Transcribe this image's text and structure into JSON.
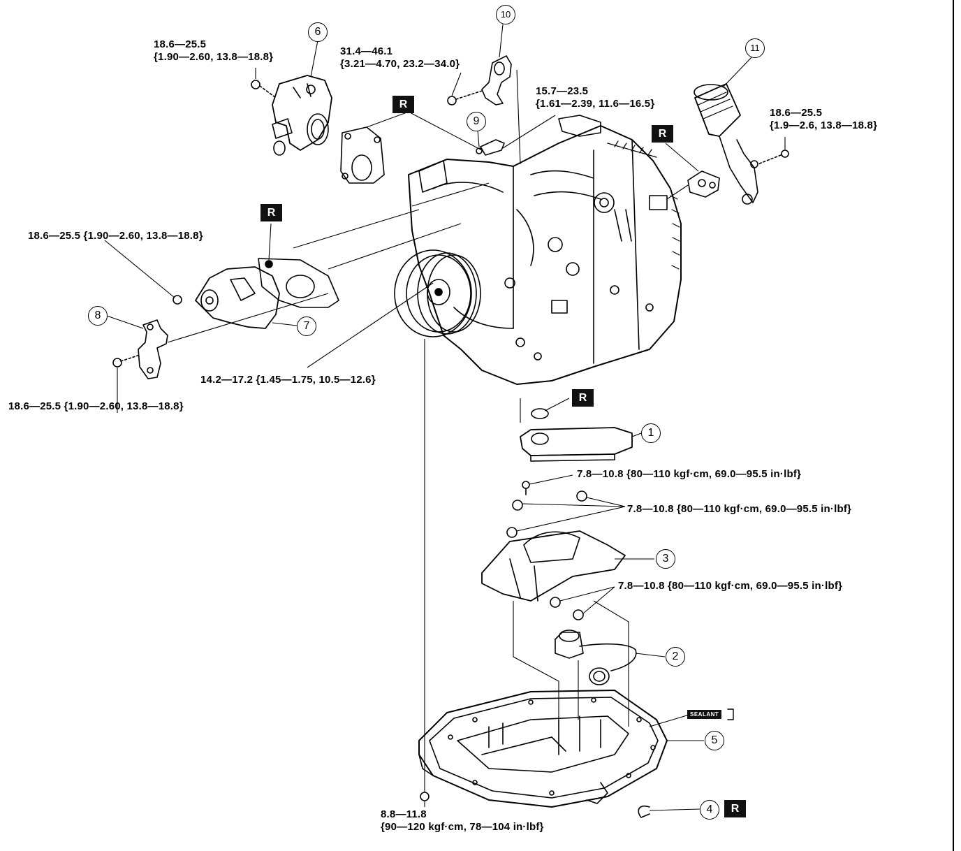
{
  "torques": {
    "t6": [
      "18.6—25.5",
      "{1.90—2.60, 13.8—18.8}"
    ],
    "t10": [
      "31.4—46.1",
      "{3.21—4.70, 23.2—34.0}"
    ],
    "t9": [
      "15.7—23.5",
      "{1.61—2.39, 11.6—16.5}"
    ],
    "t11": [
      "18.6—25.5",
      "{1.9—2.6, 13.8—18.8}"
    ],
    "t7": "18.6—25.5 {1.90—2.60, 13.8—18.8}",
    "t8": "18.6—25.5 {1.90—2.60, 13.8—18.8}",
    "pulley": "14.2—17.2 {1.45—1.75, 10.5—12.6}",
    "strainer_bolt": "7.8—10.8 {80—110 kgf·cm, 69.0—95.5 in·lbf}",
    "strainer_nuts": "7.8—10.8 {80—110 kgf·cm, 69.0—95.5 in·lbf}",
    "sensor_nuts": "7.8—10.8 {80—110 kgf·cm, 69.0—95.5 in·lbf}",
    "pan": [
      "8.8—11.8",
      "{90—120 kgf·cm, 78—104 in·lbf}"
    ]
  },
  "callouts": {
    "c1": "1",
    "c2": "2",
    "c3": "3",
    "c4": "4",
    "c5": "5",
    "c6": "6",
    "c7": "7",
    "c8": "8",
    "c9": "9",
    "c10": "10",
    "c11": "11"
  },
  "marks": {
    "replace": "R",
    "sealant": "SEALANT"
  }
}
